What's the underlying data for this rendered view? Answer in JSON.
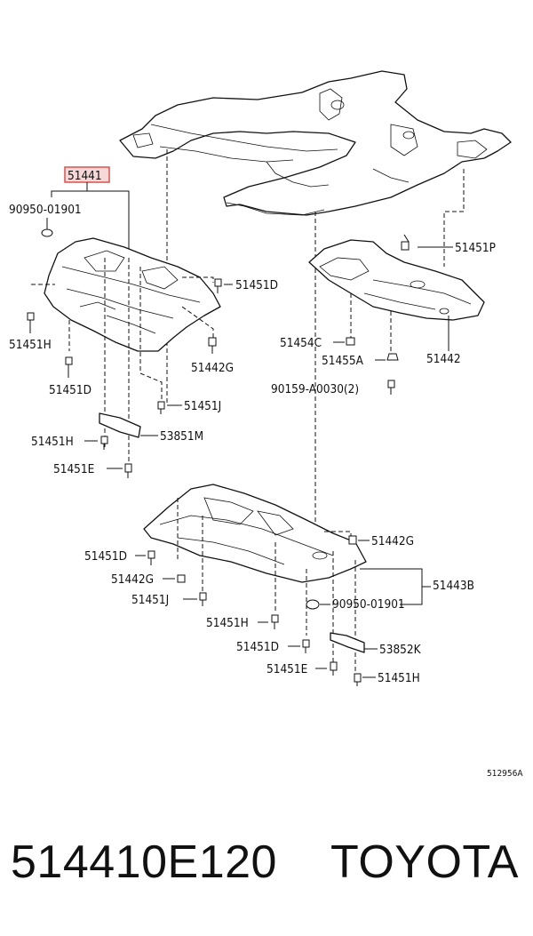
{
  "labels": {
    "highlighted": "51441",
    "clip_top": "90950-01901",
    "p51451D_top": "51451D",
    "p51451H_left": "51451H",
    "p51442G_top": "51442G",
    "p51451D_left": "51451D",
    "p51451J_top": "51451J",
    "p51451H_mid": "51451H",
    "p53851M": "53851M",
    "p51451E_top": "51451E",
    "p51451P": "51451P",
    "p51454C": "51454C",
    "p51455A": "51455A",
    "p51442": "51442",
    "p90159": "90159-A0030(2)",
    "p51442G_right": "51442G",
    "p51451D_bot": "51451D",
    "p51442G_bot": "51442G",
    "p51443B": "51443B",
    "p51451J_bot": "51451J",
    "clip_bot": "90950-01901",
    "p51451H_bot": "51451H",
    "p51451D_bot2": "51451D",
    "p53852K": "53852K",
    "p51451E_bot": "51451E",
    "p51451H_bot2": "51451H",
    "diagram_code": "512956A"
  },
  "footer": {
    "part_number": "514410E120",
    "brand": "TOYOTA"
  },
  "colors": {
    "highlight_border": "#d9534f",
    "highlight_fill": "#f6d8d8",
    "ink": "#111111"
  }
}
